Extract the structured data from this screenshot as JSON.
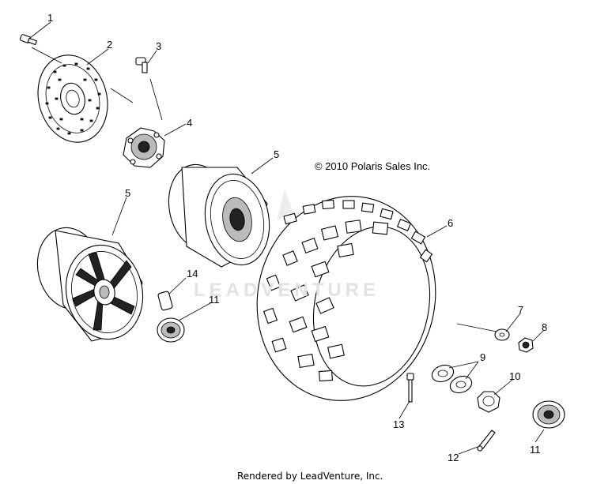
{
  "diagram": {
    "copyright": "© 2010 Polaris Sales Inc.",
    "watermark": "LEADVENTURE",
    "footer": "Rendered by LeadVenture, Inc.",
    "callouts": {
      "c1": "1",
      "c2": "2",
      "c3": "3",
      "c4": "4",
      "c5a": "5",
      "c5b": "5",
      "c6": "6",
      "c7": "7",
      "c8": "8",
      "c9": "9",
      "c10": "10",
      "c11a": "11",
      "c11b": "11",
      "c12": "12",
      "c13": "13",
      "c14": "14"
    }
  }
}
